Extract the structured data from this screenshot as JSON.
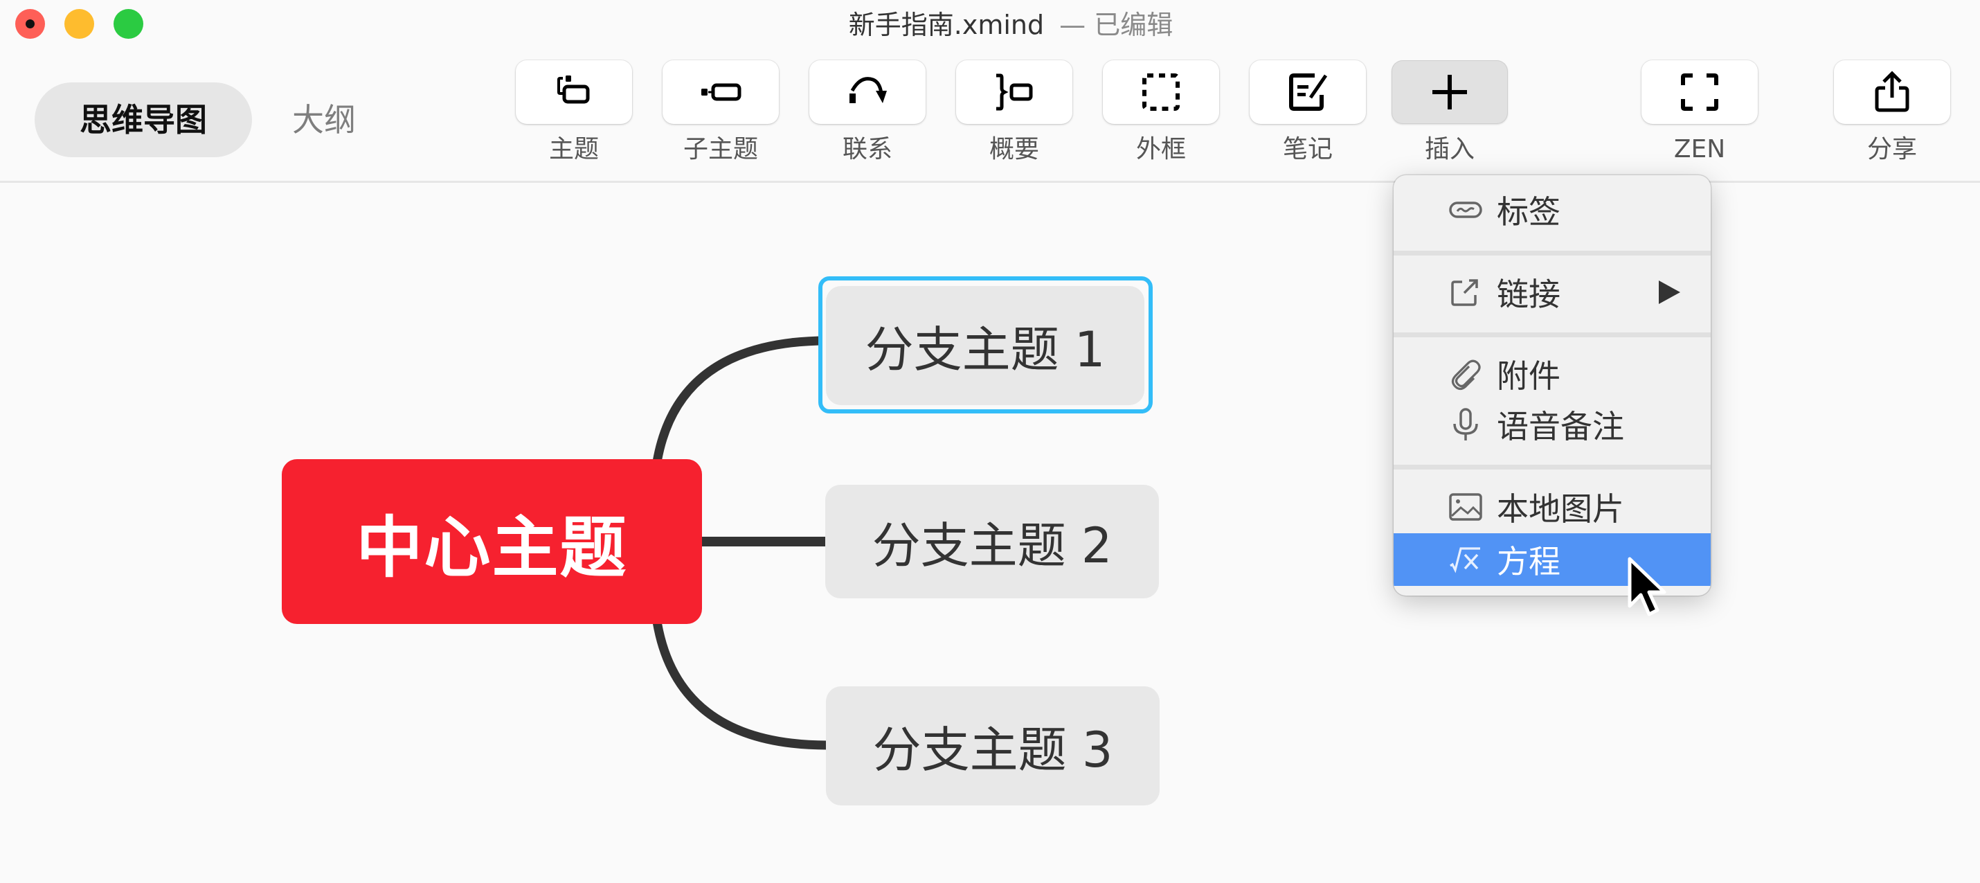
{
  "window": {
    "title": "新手指南.xmind",
    "status": "— 已编辑",
    "controls": [
      "close",
      "minimize",
      "maximize"
    ]
  },
  "view_switch": {
    "tabs": [
      {
        "label": "思维导图",
        "active": true
      },
      {
        "label": "大纲",
        "active": false
      }
    ]
  },
  "toolbar": {
    "buttons": [
      {
        "label": "主题",
        "icon": "topic-icon"
      },
      {
        "label": "子主题",
        "icon": "subtopic-icon"
      },
      {
        "label": "联系",
        "icon": "relationship-icon"
      },
      {
        "label": "概要",
        "icon": "summary-icon"
      },
      {
        "label": "外框",
        "icon": "boundary-icon"
      },
      {
        "label": "笔记",
        "icon": "notes-icon"
      },
      {
        "label": "插入",
        "icon": "plus-icon",
        "pressed": true
      },
      {
        "label": "ZEN",
        "icon": "zen-fullscreen-icon"
      },
      {
        "label": "分享",
        "icon": "share-icon"
      }
    ]
  },
  "mindmap": {
    "central_topic": {
      "label": "中心主题",
      "color": "#f6212f"
    },
    "branches": [
      {
        "label": "分支主题 1",
        "selected": true
      },
      {
        "label": "分支主题 2",
        "selected": false
      },
      {
        "label": "分支主题 3",
        "selected": false
      }
    ],
    "selection_color": "#33bdf8"
  },
  "insert_menu": {
    "items": [
      {
        "label": "标签",
        "icon": "label-icon"
      },
      {
        "label": "链接",
        "icon": "link-icon",
        "has_submenu": true
      },
      {
        "label": "附件",
        "icon": "attachment-icon"
      },
      {
        "label": "语音备注",
        "icon": "microphone-icon"
      },
      {
        "label": "本地图片",
        "icon": "image-icon"
      },
      {
        "label": "方程",
        "icon": "equation-icon",
        "highlighted": true
      }
    ],
    "highlight_color": "#5193f5"
  }
}
